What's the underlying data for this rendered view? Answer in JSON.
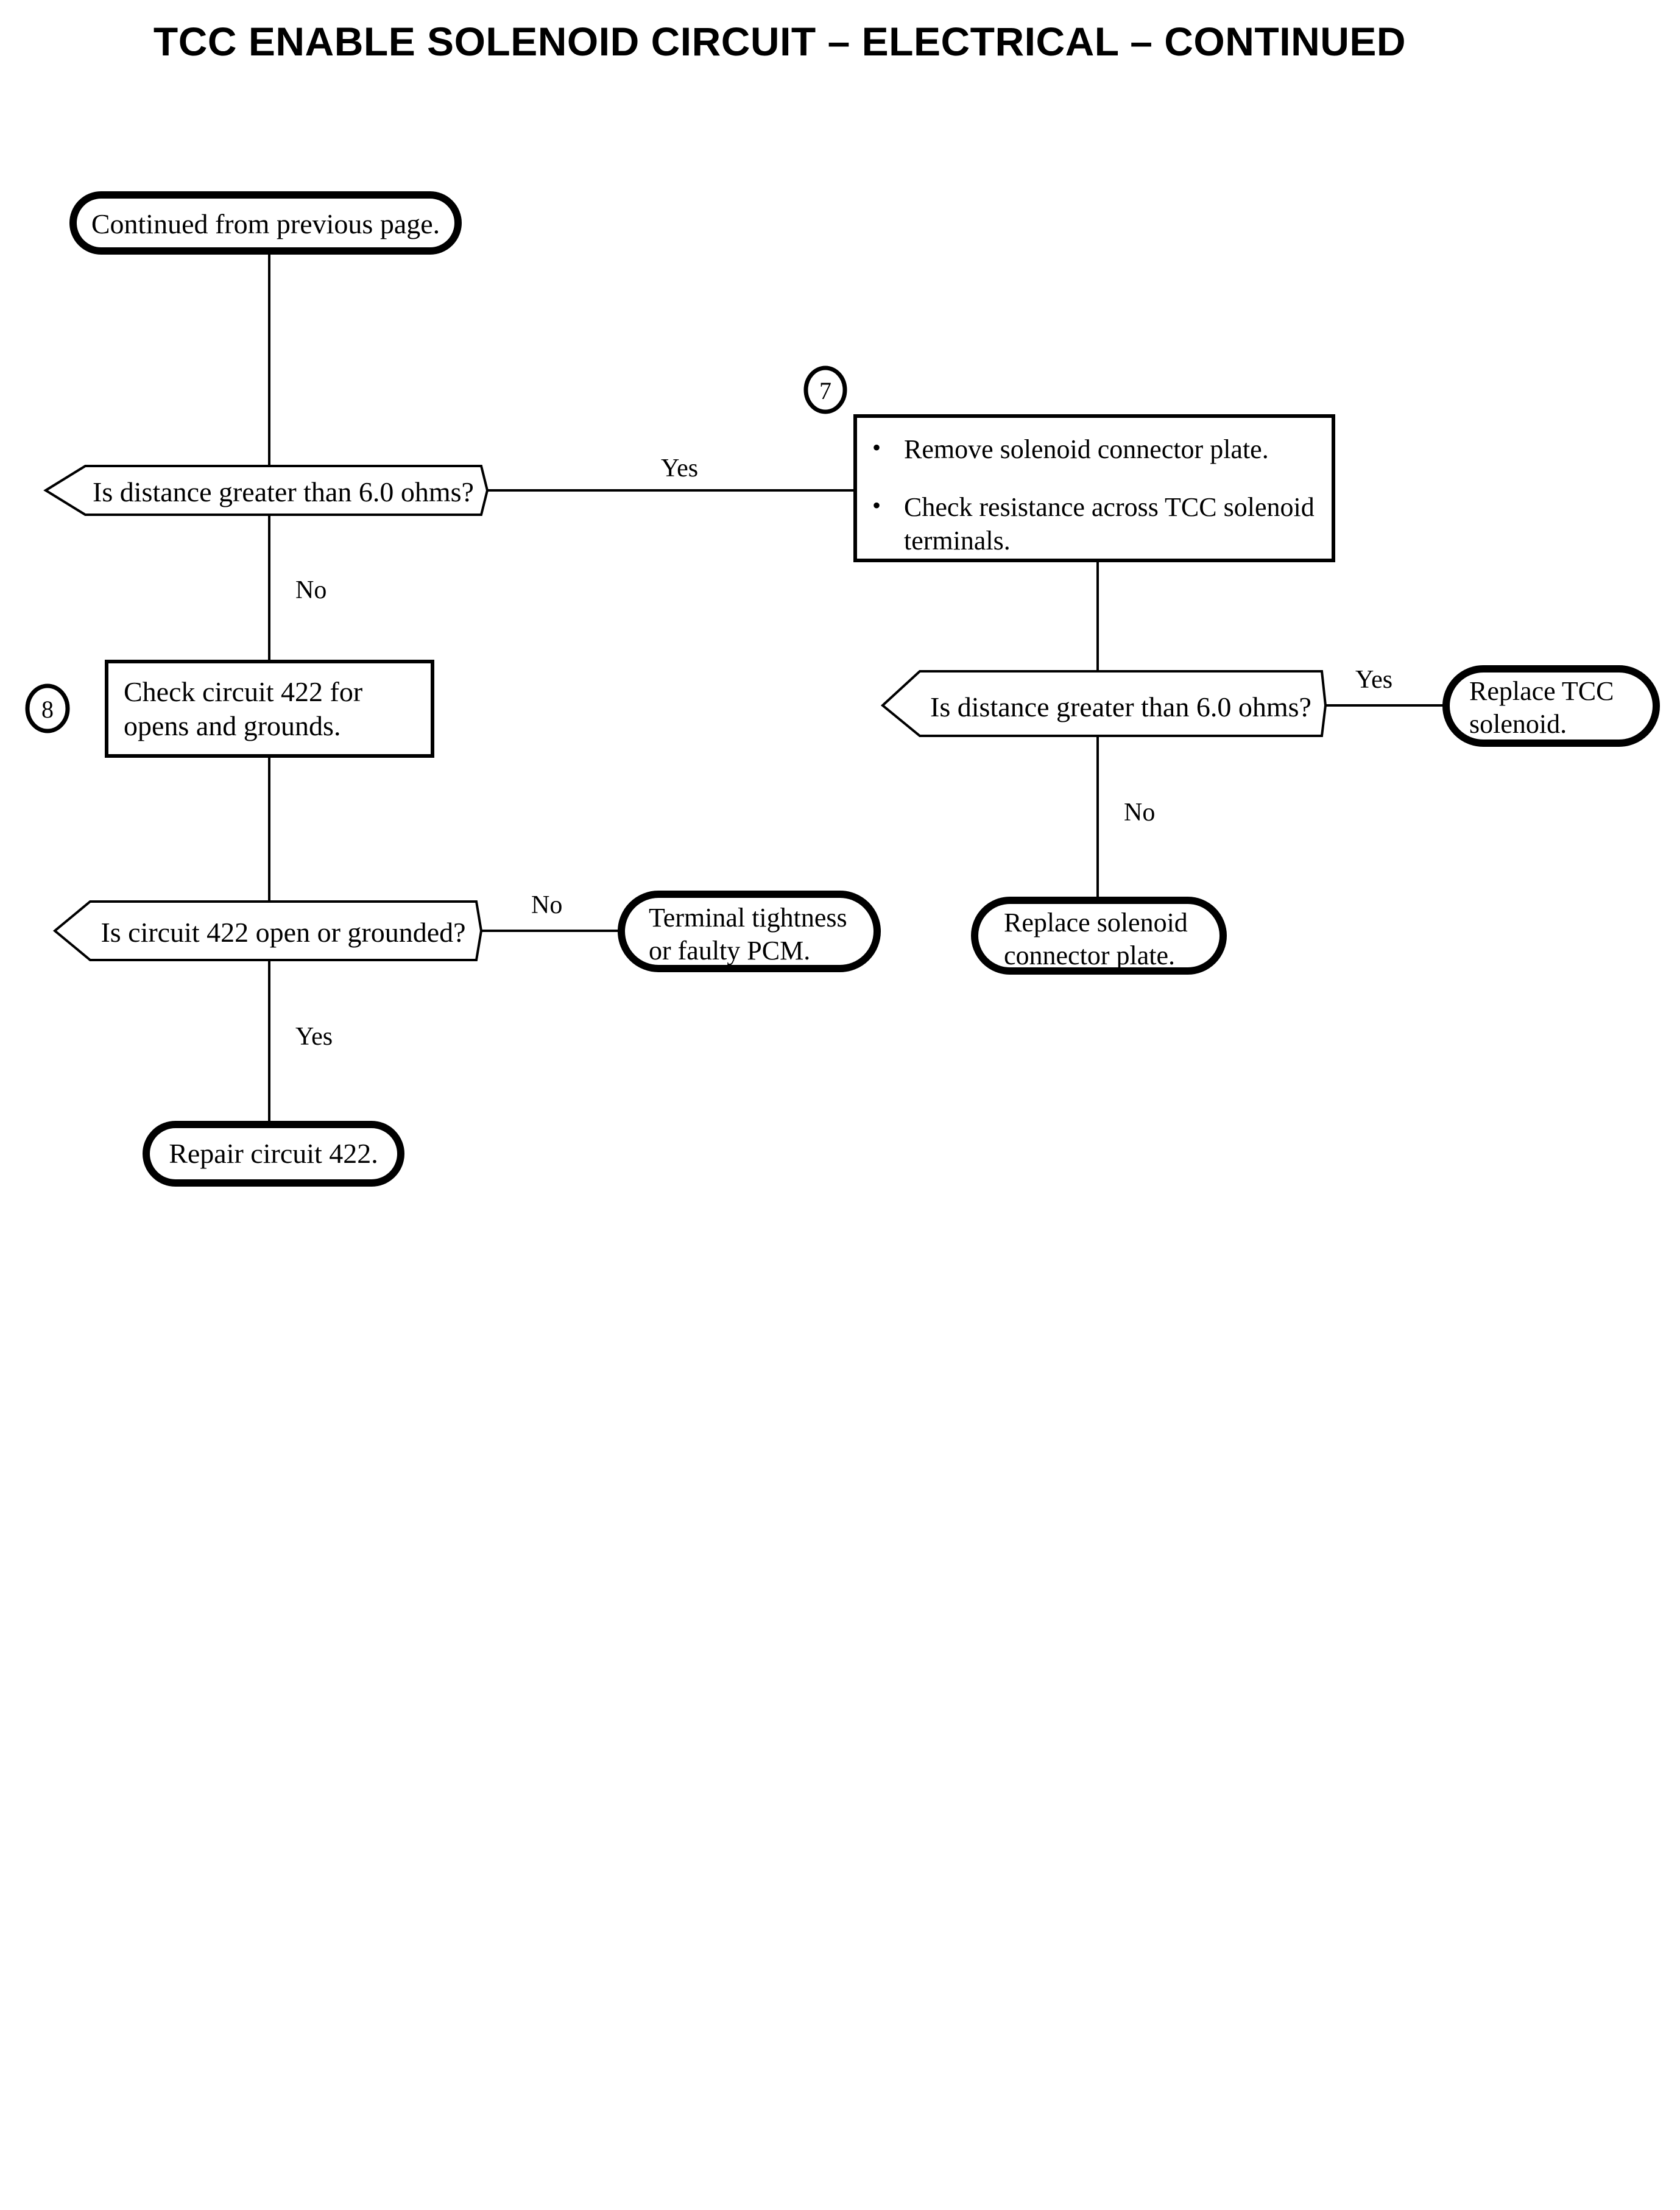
{
  "page": {
    "title": "TCC ENABLE SOLENOID CIRCUIT – ELECTRICAL – CONTINUED",
    "background_color": "#ffffff",
    "ink_color": "#000000"
  },
  "chart_data": {
    "type": "diagram",
    "diagram_kind": "flowchart",
    "title": "TCC ENABLE SOLENOID CIRCUIT – ELECTRICAL – CONTINUED",
    "nodes": [
      {
        "id": "start",
        "shape": "terminator",
        "text": "Continued from previous page."
      },
      {
        "id": "dec1",
        "shape": "decision",
        "text": "Is distance greater than 6.0 ohms?"
      },
      {
        "id": "proc7",
        "shape": "process",
        "text": "Remove solenoid connector plate.\nCheck resistance across TCC solenoid terminals.",
        "bullets": [
          "Remove solenoid connector plate.",
          "Check resistance across TCC solenoid terminals."
        ],
        "marker": "7"
      },
      {
        "id": "proc8",
        "shape": "process",
        "text": "Check circuit 422 for opens and grounds.",
        "marker": "8"
      },
      {
        "id": "dec2",
        "shape": "decision",
        "text": "Is distance greater than 6.0 ohms?"
      },
      {
        "id": "replaceTcc",
        "shape": "terminator",
        "text": "Replace TCC solenoid."
      },
      {
        "id": "dec3",
        "shape": "decision",
        "text": "Is circuit 422 open or grounded?"
      },
      {
        "id": "terminal",
        "shape": "terminator",
        "text": "Terminal tightness or faulty PCM."
      },
      {
        "id": "replacePlate",
        "shape": "terminator",
        "text": "Replace solenoid connector plate."
      },
      {
        "id": "repair422",
        "shape": "terminator",
        "text": "Repair circuit 422."
      }
    ],
    "edges": [
      {
        "from": "start",
        "to": "dec1",
        "label": ""
      },
      {
        "from": "dec1",
        "to": "proc7",
        "label": "Yes"
      },
      {
        "from": "dec1",
        "to": "proc8",
        "label": "No"
      },
      {
        "from": "proc7",
        "to": "dec2",
        "label": ""
      },
      {
        "from": "dec2",
        "to": "replaceTcc",
        "label": "Yes"
      },
      {
        "from": "dec2",
        "to": "replacePlate",
        "label": "No"
      },
      {
        "from": "proc8",
        "to": "dec3",
        "label": ""
      },
      {
        "from": "dec3",
        "to": "terminal",
        "label": "No"
      },
      {
        "from": "dec3",
        "to": "repair422",
        "label": "Yes"
      }
    ]
  },
  "nodes": {
    "start": {
      "text": "Continued from previous page."
    },
    "dec1": {
      "text": "Is distance greater than 6.0 ohms?"
    },
    "proc7": {
      "marker": "7",
      "bullets": [
        {
          "bullet": "•",
          "text": "Remove solenoid connector plate."
        },
        {
          "bullet": "•",
          "text": "Check resistance across TCC solenoid terminals."
        }
      ]
    },
    "proc8": {
      "marker": "8",
      "text": "Check circuit 422 for opens and grounds."
    },
    "dec2": {
      "text": "Is distance greater than 6.0 ohms?"
    },
    "replaceTcc": {
      "text": "Replace TCC solenoid."
    },
    "dec3": {
      "text": "Is circuit 422 open or grounded?"
    },
    "terminal": {
      "text": "Terminal tightness or faulty PCM."
    },
    "replacePlate": {
      "text": "Replace solenoid connector plate."
    },
    "repair422": {
      "text": "Repair circuit 422."
    }
  },
  "edge_labels": {
    "dec1_yes": "Yes",
    "dec1_no": "No",
    "dec2_yes": "Yes",
    "dec2_no": "No",
    "dec3_no": "No",
    "dec3_yes": "Yes"
  }
}
